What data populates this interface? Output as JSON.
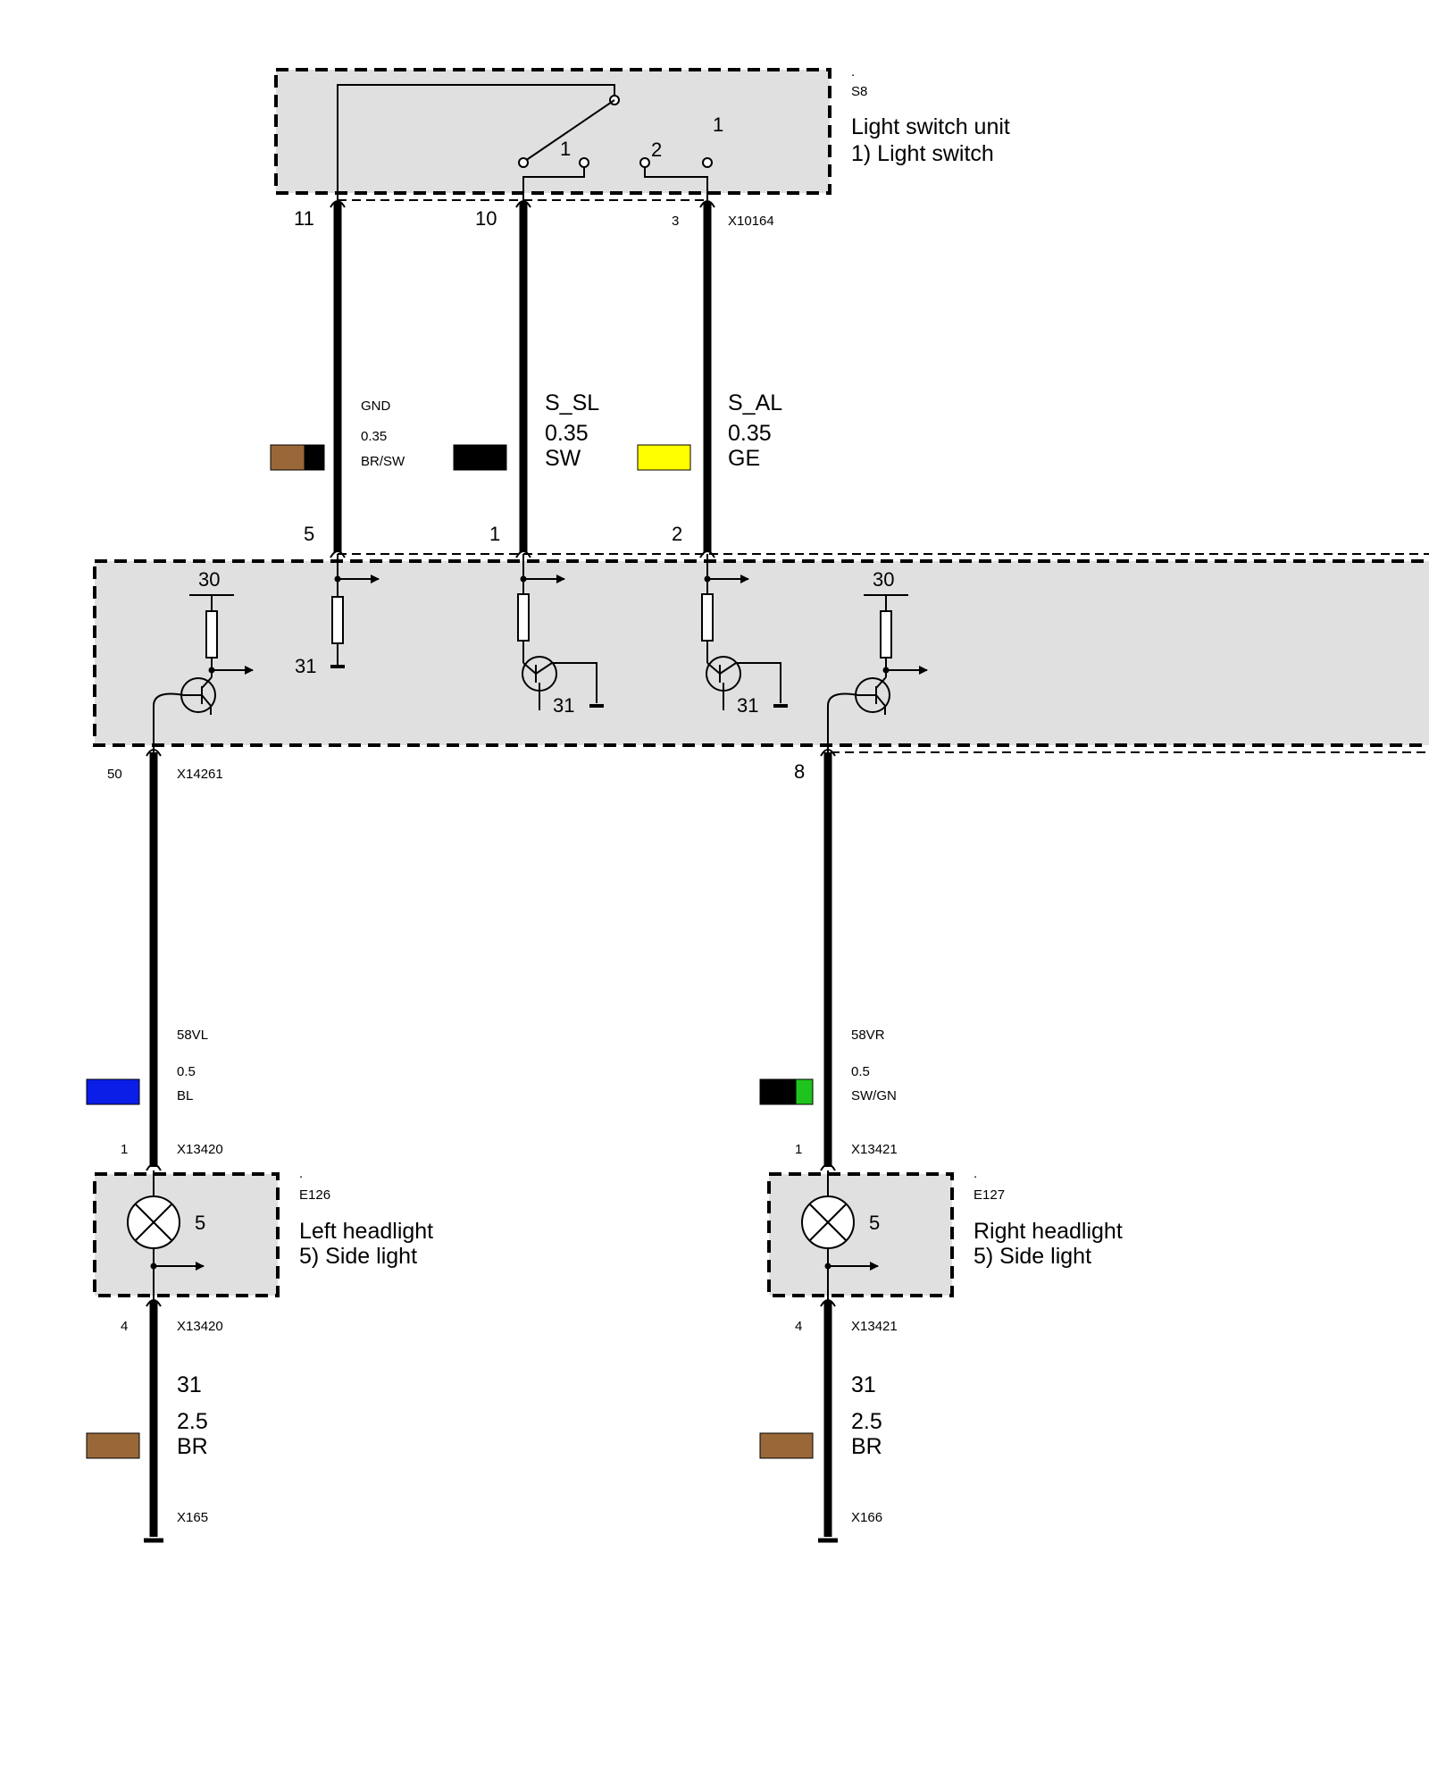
{
  "components": {
    "switch_unit": {
      "dot": ".",
      "id": "S8",
      "name": "Light switch unit",
      "sub": "1) Light switch",
      "contact_1": "1",
      "contact_2": "2",
      "pin_label": "1"
    },
    "left_headlight": {
      "dot": ".",
      "id": "E126",
      "name": "Left headlight",
      "sub": "5) Side light",
      "pin": "5"
    },
    "right_headlight": {
      "dot": ".",
      "id": "E127",
      "name": "Right headlight",
      "sub": "5) Side light",
      "pin": "5"
    }
  },
  "control_module": {
    "supply_left": "30",
    "supply_right": "30",
    "ground_1": "31",
    "ground_2": "31",
    "ground_3": "31"
  },
  "wires": [
    {
      "signal": "GND",
      "gauge": "0.35",
      "color": "BR/SW",
      "pin_top": "11",
      "pin_bottom": "5",
      "swatch": [
        "#9a6838",
        "#000000"
      ]
    },
    {
      "signal": "S_SL",
      "gauge": "0.35",
      "color": "SW",
      "pin_top": "10",
      "pin_bottom": "1",
      "swatch": [
        "#000000"
      ]
    },
    {
      "signal": "S_AL",
      "gauge": "0.35",
      "color": "GE",
      "pin_top": "3",
      "pin_bottom": "2",
      "swatch": [
        "#ffff00"
      ]
    },
    {
      "signal": "58VL",
      "gauge": "0.5",
      "color": "BL",
      "pin_top": "50",
      "swatch": [
        "#0a1ee8"
      ]
    },
    {
      "signal": "58VR",
      "gauge": "0.5",
      "color": "SW/GN",
      "pin_top": "8",
      "swatch": [
        "#000000",
        "#1ec31e"
      ]
    },
    {
      "signal": "31",
      "gauge": "2.5",
      "color": "BR",
      "swatch": [
        "#9a6838"
      ]
    },
    {
      "signal": "31",
      "gauge": "2.5",
      "color": "BR",
      "swatch": [
        "#9a6838"
      ]
    }
  ],
  "connectors": {
    "switch": "X10164",
    "module": "X14261",
    "left_lamp_in": {
      "id": "X13420",
      "pin": "1"
    },
    "left_lamp_out": {
      "id": "X13420",
      "pin": "4"
    },
    "right_lamp_in": {
      "id": "X13421",
      "pin": "1"
    },
    "right_lamp_out": {
      "id": "X13421",
      "pin": "4"
    },
    "left_ground": "X165",
    "right_ground": "X166"
  }
}
